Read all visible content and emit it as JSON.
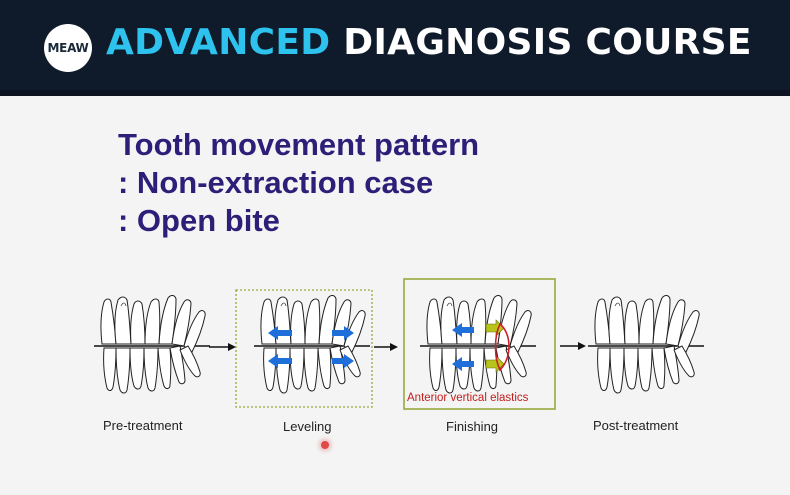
{
  "header": {
    "logo_text": "MEAW",
    "title_accent": "ADVANCED",
    "title_rest": "DIAGNOSIS COURSE",
    "accent_color": "#2ec3ee",
    "background_color": "#0f1a2a"
  },
  "slide": {
    "heading_lines": [
      "Tooth movement pattern",
      ": Non-extraction case",
      ": Open bite"
    ],
    "heading_color": "#2d1f78",
    "stages": [
      {
        "label": "Pre-treatment"
      },
      {
        "label": "Leveling"
      },
      {
        "label": "Finishing"
      },
      {
        "label": "Post-treatment"
      }
    ],
    "annotation": "Anterior vertical elastics",
    "movement_arrow_color": "#1e6fd9",
    "elastic_arrow_color": "#b8c41a"
  }
}
